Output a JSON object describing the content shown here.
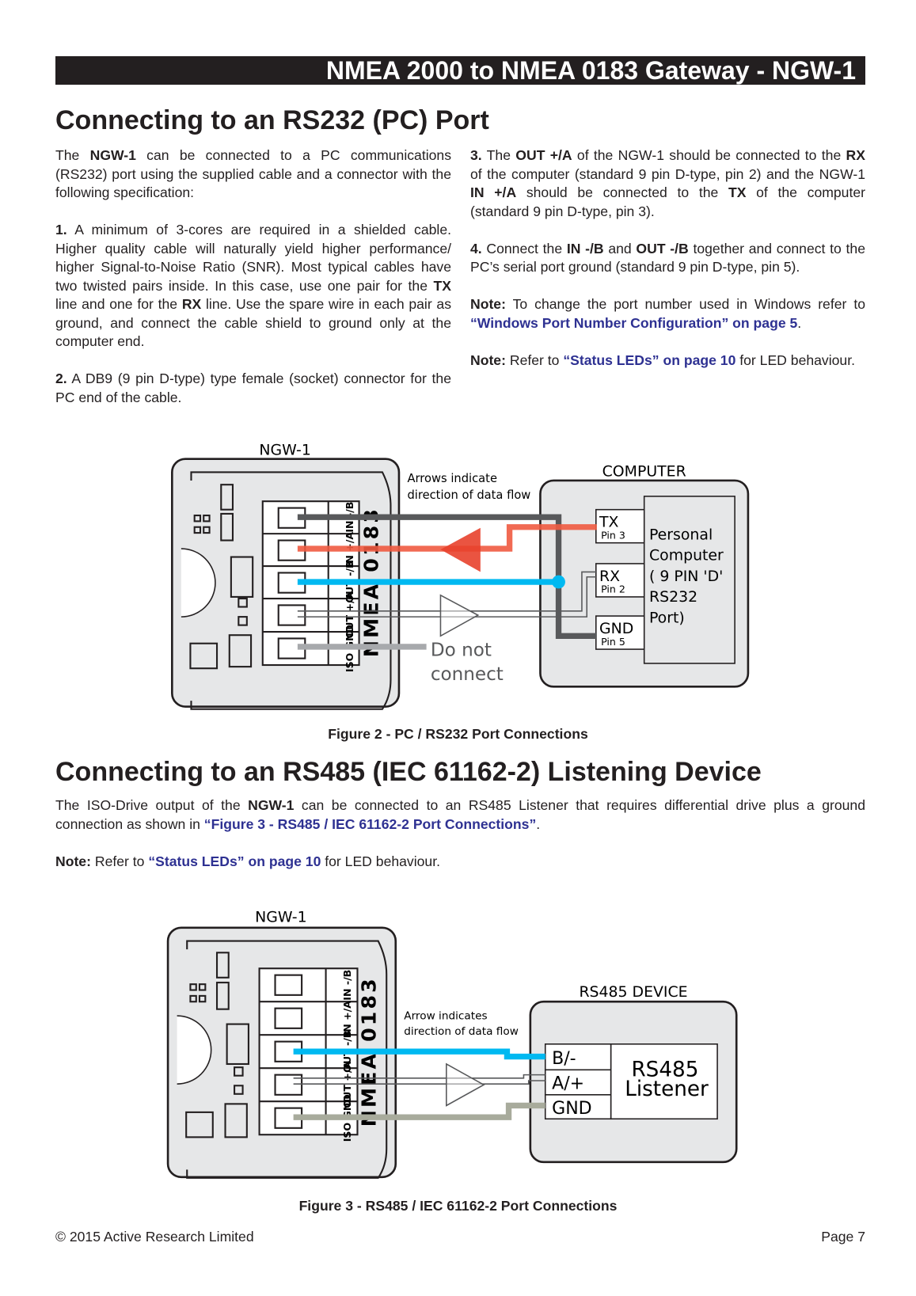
{
  "header": {
    "title": "NMEA 2000 to NMEA 0183 Gateway - NGW-1"
  },
  "section1": {
    "title": "Connecting to an RS232 (PC) Port",
    "left_paragraphs": [
      [
        {
          "t": "The "
        },
        {
          "t": "NGW-1",
          "s": "b"
        },
        {
          "t": " can be connected to a PC communications (RS232) port using the supplied cable and a connector with the following specification:"
        }
      ],
      [
        {
          "t": "1.",
          "s": "b"
        },
        {
          "t": " A minimum of 3-cores are required in a shielded cable. Higher quality cable will naturally yield higher performance/ higher Signal-to-Noise Ratio (SNR). Most typical cables have two twisted pairs inside. In this case, use one pair for the "
        },
        {
          "t": "TX",
          "s": "b"
        },
        {
          "t": " line and one for the "
        },
        {
          "t": "RX",
          "s": "b"
        },
        {
          "t": " line. Use the spare wire in each pair as ground, and connect the cable shield to ground only at the computer end."
        }
      ],
      [
        {
          "t": "2.",
          "s": "b"
        },
        {
          "t": " A DB9 (9 pin D-type) type female (socket) connector for the PC end of the cable."
        }
      ]
    ],
    "right_paragraphs": [
      [
        {
          "t": "3.",
          "s": "b"
        },
        {
          "t": " The "
        },
        {
          "t": "OUT +/A",
          "s": "b"
        },
        {
          "t": " of the NGW-1 should be connected to the "
        },
        {
          "t": "RX",
          "s": "b"
        },
        {
          "t": " of the computer (standard 9 pin D-type, pin 2) and the NGW-1 "
        },
        {
          "t": "IN +/A",
          "s": "b"
        },
        {
          "t": " should be connected to the "
        },
        {
          "t": "TX",
          "s": "b"
        },
        {
          "t": " of the computer (standard 9 pin D-type, pin 3)."
        }
      ],
      [
        {
          "t": "4.",
          "s": "b"
        },
        {
          "t": " Connect the "
        },
        {
          "t": "IN -/B",
          "s": "b"
        },
        {
          "t": " and "
        },
        {
          "t": "OUT -/B",
          "s": "b"
        },
        {
          "t": " together and connect to the PC’s serial port ground (standard 9 pin D-type, pin 5)."
        }
      ],
      [
        {
          "t": "Note:",
          "s": "b"
        },
        {
          "t": " To change the port number used in Windows refer to "
        },
        {
          "t": "“Windows Port Number Configuration” on page 5",
          "s": "link"
        },
        {
          "t": "."
        }
      ],
      [
        {
          "t": "Note:",
          "s": "b"
        },
        {
          "t": " Refer to "
        },
        {
          "t": "“Status LEDs” on page 10",
          "s": "link"
        },
        {
          "t": " for LED behaviour."
        }
      ]
    ]
  },
  "figure2": {
    "device_label": "NGW-1",
    "terminal_labels": [
      "IN -/B",
      "IN +/A",
      "OUT -/B",
      "OUT +/A",
      "ISO GND"
    ],
    "connector_label": "NMEA 0183",
    "arrow_note": [
      "Arrows indicate",
      "direction of data flow"
    ],
    "do_not_connect": [
      "Do not",
      "connect"
    ],
    "computer_label": "COMPUTER",
    "pins": [
      {
        "name": "TX",
        "pin": "Pin 3"
      },
      {
        "name": "RX",
        "pin": "Pin 2"
      },
      {
        "name": "GND",
        "pin": "Pin 5"
      }
    ],
    "pc_text": [
      "Personal",
      "Computer",
      "( 9 PIN 'D'",
      "RS232",
      "Port)"
    ],
    "caption": "Figure 2 - PC / RS232 Port Connections",
    "colors": {
      "in_b": "#58595b",
      "in_a": "#ef5a40",
      "out_b": "#00b9f1",
      "gnd": "#a7a9ac",
      "arrow": "#e8412c",
      "box": "#e6e7e8"
    }
  },
  "section2": {
    "title": "Connecting to an RS485 (IEC 61162-2) Listening Device",
    "paragraphs": [
      [
        {
          "t": "The ISO-Drive output of the "
        },
        {
          "t": "NGW-1",
          "s": "b"
        },
        {
          "t": " can be connected to an RS485 Listener that requires differential drive plus a ground connection as shown in "
        },
        {
          "t": "“Figure 3 - RS485 / IEC 61162-2 Port Connections”",
          "s": "link"
        },
        {
          "t": "."
        }
      ],
      [
        {
          "t": "Note:",
          "s": "b"
        },
        {
          "t": " Refer to "
        },
        {
          "t": "“Status LEDs” on page 10",
          "s": "link"
        },
        {
          "t": " for LED behaviour."
        }
      ]
    ]
  },
  "figure3": {
    "device_label": "NGW-1",
    "arrow_note": [
      "Arrow indicates",
      "direction of data flow"
    ],
    "rs485_label": "RS485 DEVICE",
    "pins": [
      "B/-",
      "A/+",
      "GND"
    ],
    "listener_text": [
      "RS485",
      "Listener"
    ],
    "caption": "Figure 3 - RS485 / IEC 61162-2 Port Connections",
    "colors": {
      "b": "#00b9f1",
      "gnd": "#a8ab9c"
    }
  },
  "footer": {
    "copyright": "© 2015 Active Research Limited",
    "page": "Page 7"
  }
}
